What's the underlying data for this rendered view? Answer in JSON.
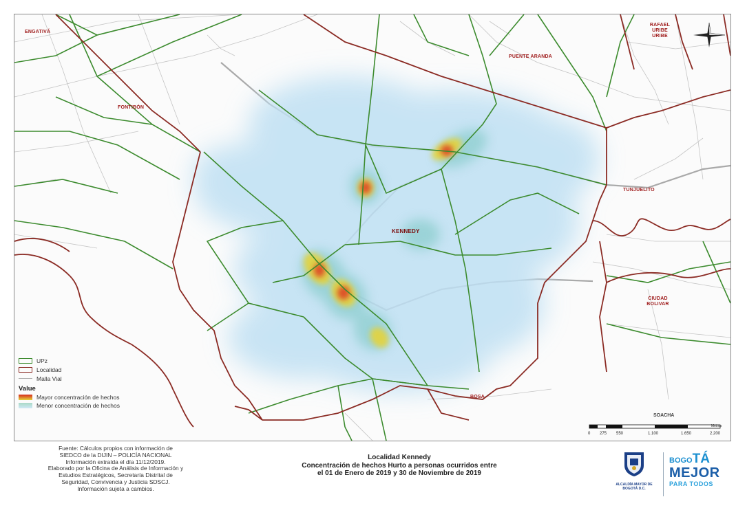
{
  "map": {
    "places": {
      "engativa": "ENGATIVÁ",
      "fontibon": "FONTIBÓN",
      "kennedy": "KENNEDY",
      "puente_aranda": "PUENTE ARANDA",
      "rafael_uribe": "RAFAEL URIBE URIBE",
      "tunjuelito": "TUNJUELITO",
      "ciudad_bolivar": "CIUDAD BOLIVAR",
      "bosa": "BOSA",
      "soacha": "SOACHA"
    },
    "colors": {
      "upz": "#3c8b2e",
      "localidad": "#8b2b24",
      "malla_vial": "#b8b8b8",
      "heat_high": "#d62a1e",
      "heat_mid": "#e4d33a",
      "heat_low": "#b9dcf1"
    }
  },
  "legend": {
    "upz": "UPz",
    "localidad": "Localidad",
    "malla_vial": "Malla Vial",
    "value_title": "Value",
    "mayor": "Mayor concentración de hechos",
    "menor": "Menor concentración de hechos"
  },
  "scalebar": {
    "unit": "Metros",
    "ticks": [
      "0",
      "275",
      "550",
      "1.100",
      "1.650",
      "2.200"
    ]
  },
  "footer": {
    "source_lines": [
      "Fuente: Cálculos propios con información de",
      "SIEDCO de la DIJIN – POLICÍA NACIONAL",
      "Información extraída el día 11/12/2019.",
      "Elaborado por la Oficina de Análisis de Información y",
      "Estudios Estratégicos, Secretaría Distrital de",
      "Seguridad, Convivencia y Justicia SDSCJ.",
      "Información sujeta a cambios."
    ],
    "title_lines": [
      "Localidad Kennedy",
      "Concentración de hechos Hurto a personas ocurridos entre",
      "el 01 de Enero de 2019 y 30 de Noviembre de 2019"
    ]
  },
  "logos": {
    "alcaldia_text": "ALCALDÍA MAYOR DE BOGOTÁ D.C.",
    "bogota_prefix": "BOGO",
    "bogota_accent": "TÁ",
    "bogota_mejor": "MEJOR",
    "bogota_para": "PARA TODOS"
  }
}
